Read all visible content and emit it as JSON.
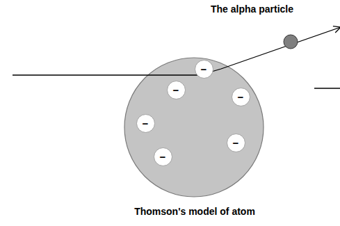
{
  "diagram": {
    "caption": "Thomson's model of atom",
    "nodes": [
      {
        "text": [
          "−"
        ]
      },
      {
        "text": [
          "−"
        ]
      },
      {
        "text": [
          "−"
        ]
      },
      {
        "text": [
          "−"
        ]
      },
      {
        "text": [
          "−"
        ]
      },
      {
        "text": [
          "−"
        ]
      }
    ],
    "labels": [
      "The alpha particle"
    ]
  }
}
